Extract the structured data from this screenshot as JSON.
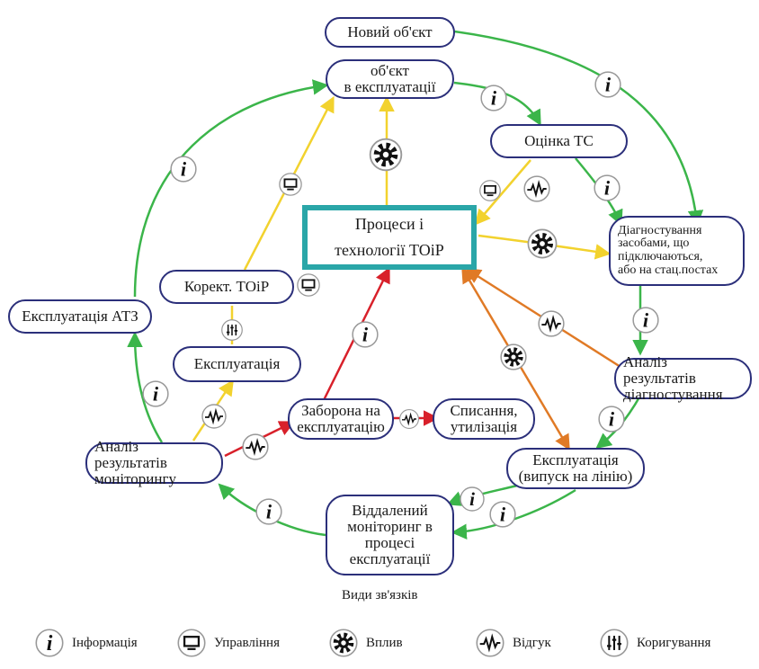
{
  "nodes": {
    "new_object": "Новий об'єкт",
    "object_in_operation": "об'єкт\nв експлуатації",
    "assessment": "Оцінка ТС",
    "center": "Процеси і\nтехнології ТОіР",
    "diagnostics": "Діагностування\nзасобами, що\nпідключаються,\nабо на стац.постах",
    "diag_analysis": "Аналіз результатів\nдіагностування",
    "release": "Експлуатація\n(випуск на лінію)",
    "remote_monitoring": "Віддалений\nмоніторинг в\nпроцесі\nексплуатації",
    "monitoring_analysis": "Аналіз результатів\nмоніторингу",
    "ban": "Заборона на\nексплуатацію",
    "writeoff": "Списання,\nутилізація",
    "operation": "Експлуатація",
    "correction": "Корект. ТОіР",
    "ats_operation": "Експлуатація АТЗ"
  },
  "caption": "Види зв'язків",
  "legend": [
    {
      "icon": "info-icon",
      "label": "Інформація"
    },
    {
      "icon": "monitor-icon",
      "label": "Управління"
    },
    {
      "icon": "gear-icon",
      "label": "Вплив"
    },
    {
      "icon": "pulse-icon",
      "label": "Відгук"
    },
    {
      "icon": "sliders-icon",
      "label": "Коригування"
    }
  ],
  "colors": {
    "green": "#3bb54a",
    "yellow": "#f2d22e",
    "red": "#d8202a",
    "orange": "#e07a26",
    "node_border": "#2b2f7a",
    "center_border": "#2aa6a8"
  }
}
